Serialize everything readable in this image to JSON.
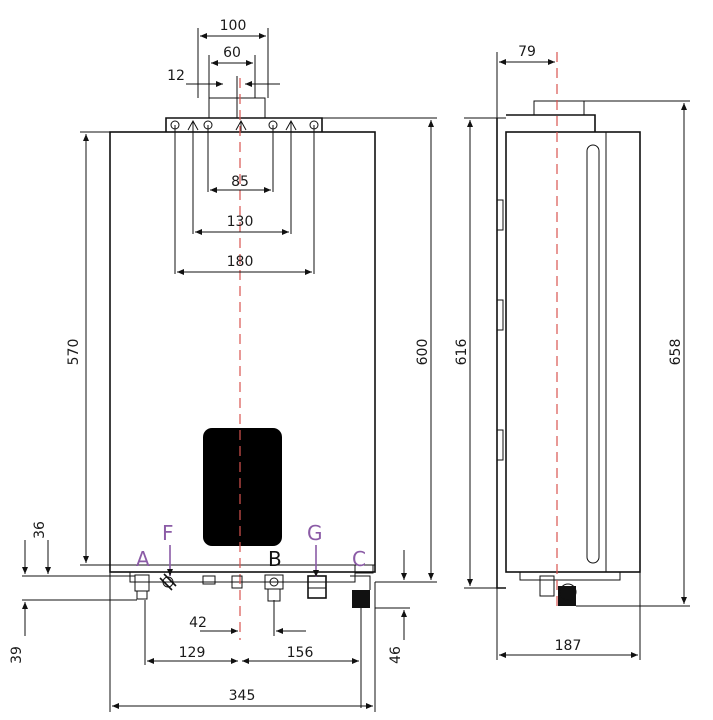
{
  "colors": {
    "purple": "#8b5ba6",
    "black": "#111111",
    "axis": "#d9534f",
    "display": "#000000"
  },
  "front": {
    "dimensions": {
      "d100": "100",
      "d60": "60",
      "d12": "12",
      "d85": "85",
      "d130": "130",
      "d180": "180",
      "d570": "570",
      "d600": "600",
      "d36": "36",
      "d39": "39",
      "d42": "42",
      "d129": "129",
      "d156": "156",
      "d46": "46",
      "d345": "345"
    },
    "connections": {
      "A": "A",
      "F": "F",
      "B": "B",
      "G": "G",
      "C": "C"
    }
  },
  "side": {
    "dimensions": {
      "d79": "79",
      "d616": "616",
      "d658": "658",
      "d187": "187"
    }
  }
}
